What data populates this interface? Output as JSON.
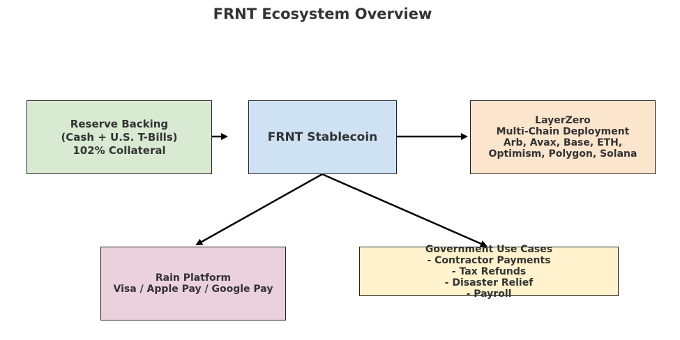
{
  "title": "FRNT Ecosystem Overview",
  "colors": {
    "reserve_fill": "#d9ead3",
    "stablecoin_fill": "#cfe2f3",
    "layerzero_fill": "#fce5cd",
    "rain_fill": "#ead1dc",
    "government_fill": "#fff2cc",
    "arrow": "#000000"
  },
  "nodes": {
    "reserve": {
      "lines": [
        "Reserve Backing",
        "(Cash + U.S. T-Bills)",
        "102% Collateral"
      ]
    },
    "stablecoin": {
      "lines": [
        "FRNT Stablecoin"
      ]
    },
    "layerzero": {
      "lines": [
        "LayerZero",
        "Multi-Chain Deployment",
        "Arb, Avax, Base, ETH,",
        "Optimism, Polygon, Solana"
      ]
    },
    "rain": {
      "lines": [
        "Rain Platform",
        "Visa / Apple Pay / Google Pay"
      ]
    },
    "government": {
      "lines": [
        "Government Use Cases",
        "- Contractor Payments",
        "- Tax Refunds",
        "- Disaster Relief",
        "- Payroll"
      ]
    }
  },
  "edges": [
    {
      "from": "reserve",
      "to": "stablecoin"
    },
    {
      "from": "stablecoin",
      "to": "layerzero"
    },
    {
      "from": "stablecoin",
      "to": "rain"
    },
    {
      "from": "stablecoin",
      "to": "government"
    }
  ]
}
